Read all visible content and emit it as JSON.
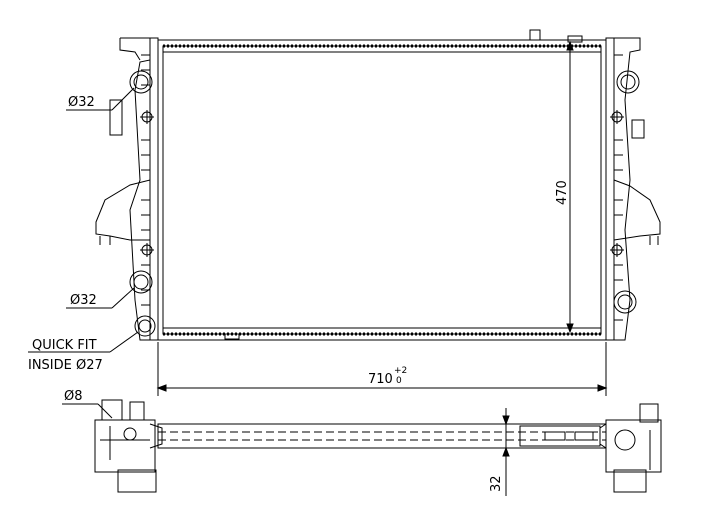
{
  "labels": {
    "inlet_diameter": "Ø32",
    "outlet_diameter": "Ø32",
    "quick_fit_line1": "QUICK FIT",
    "quick_fit_line2": "INSIDE Ø27",
    "bleed_diameter": "Ø8",
    "height": "470",
    "width": "710",
    "width_tol_upper": "+2",
    "width_tol_lower": "0",
    "thickness": "32"
  }
}
